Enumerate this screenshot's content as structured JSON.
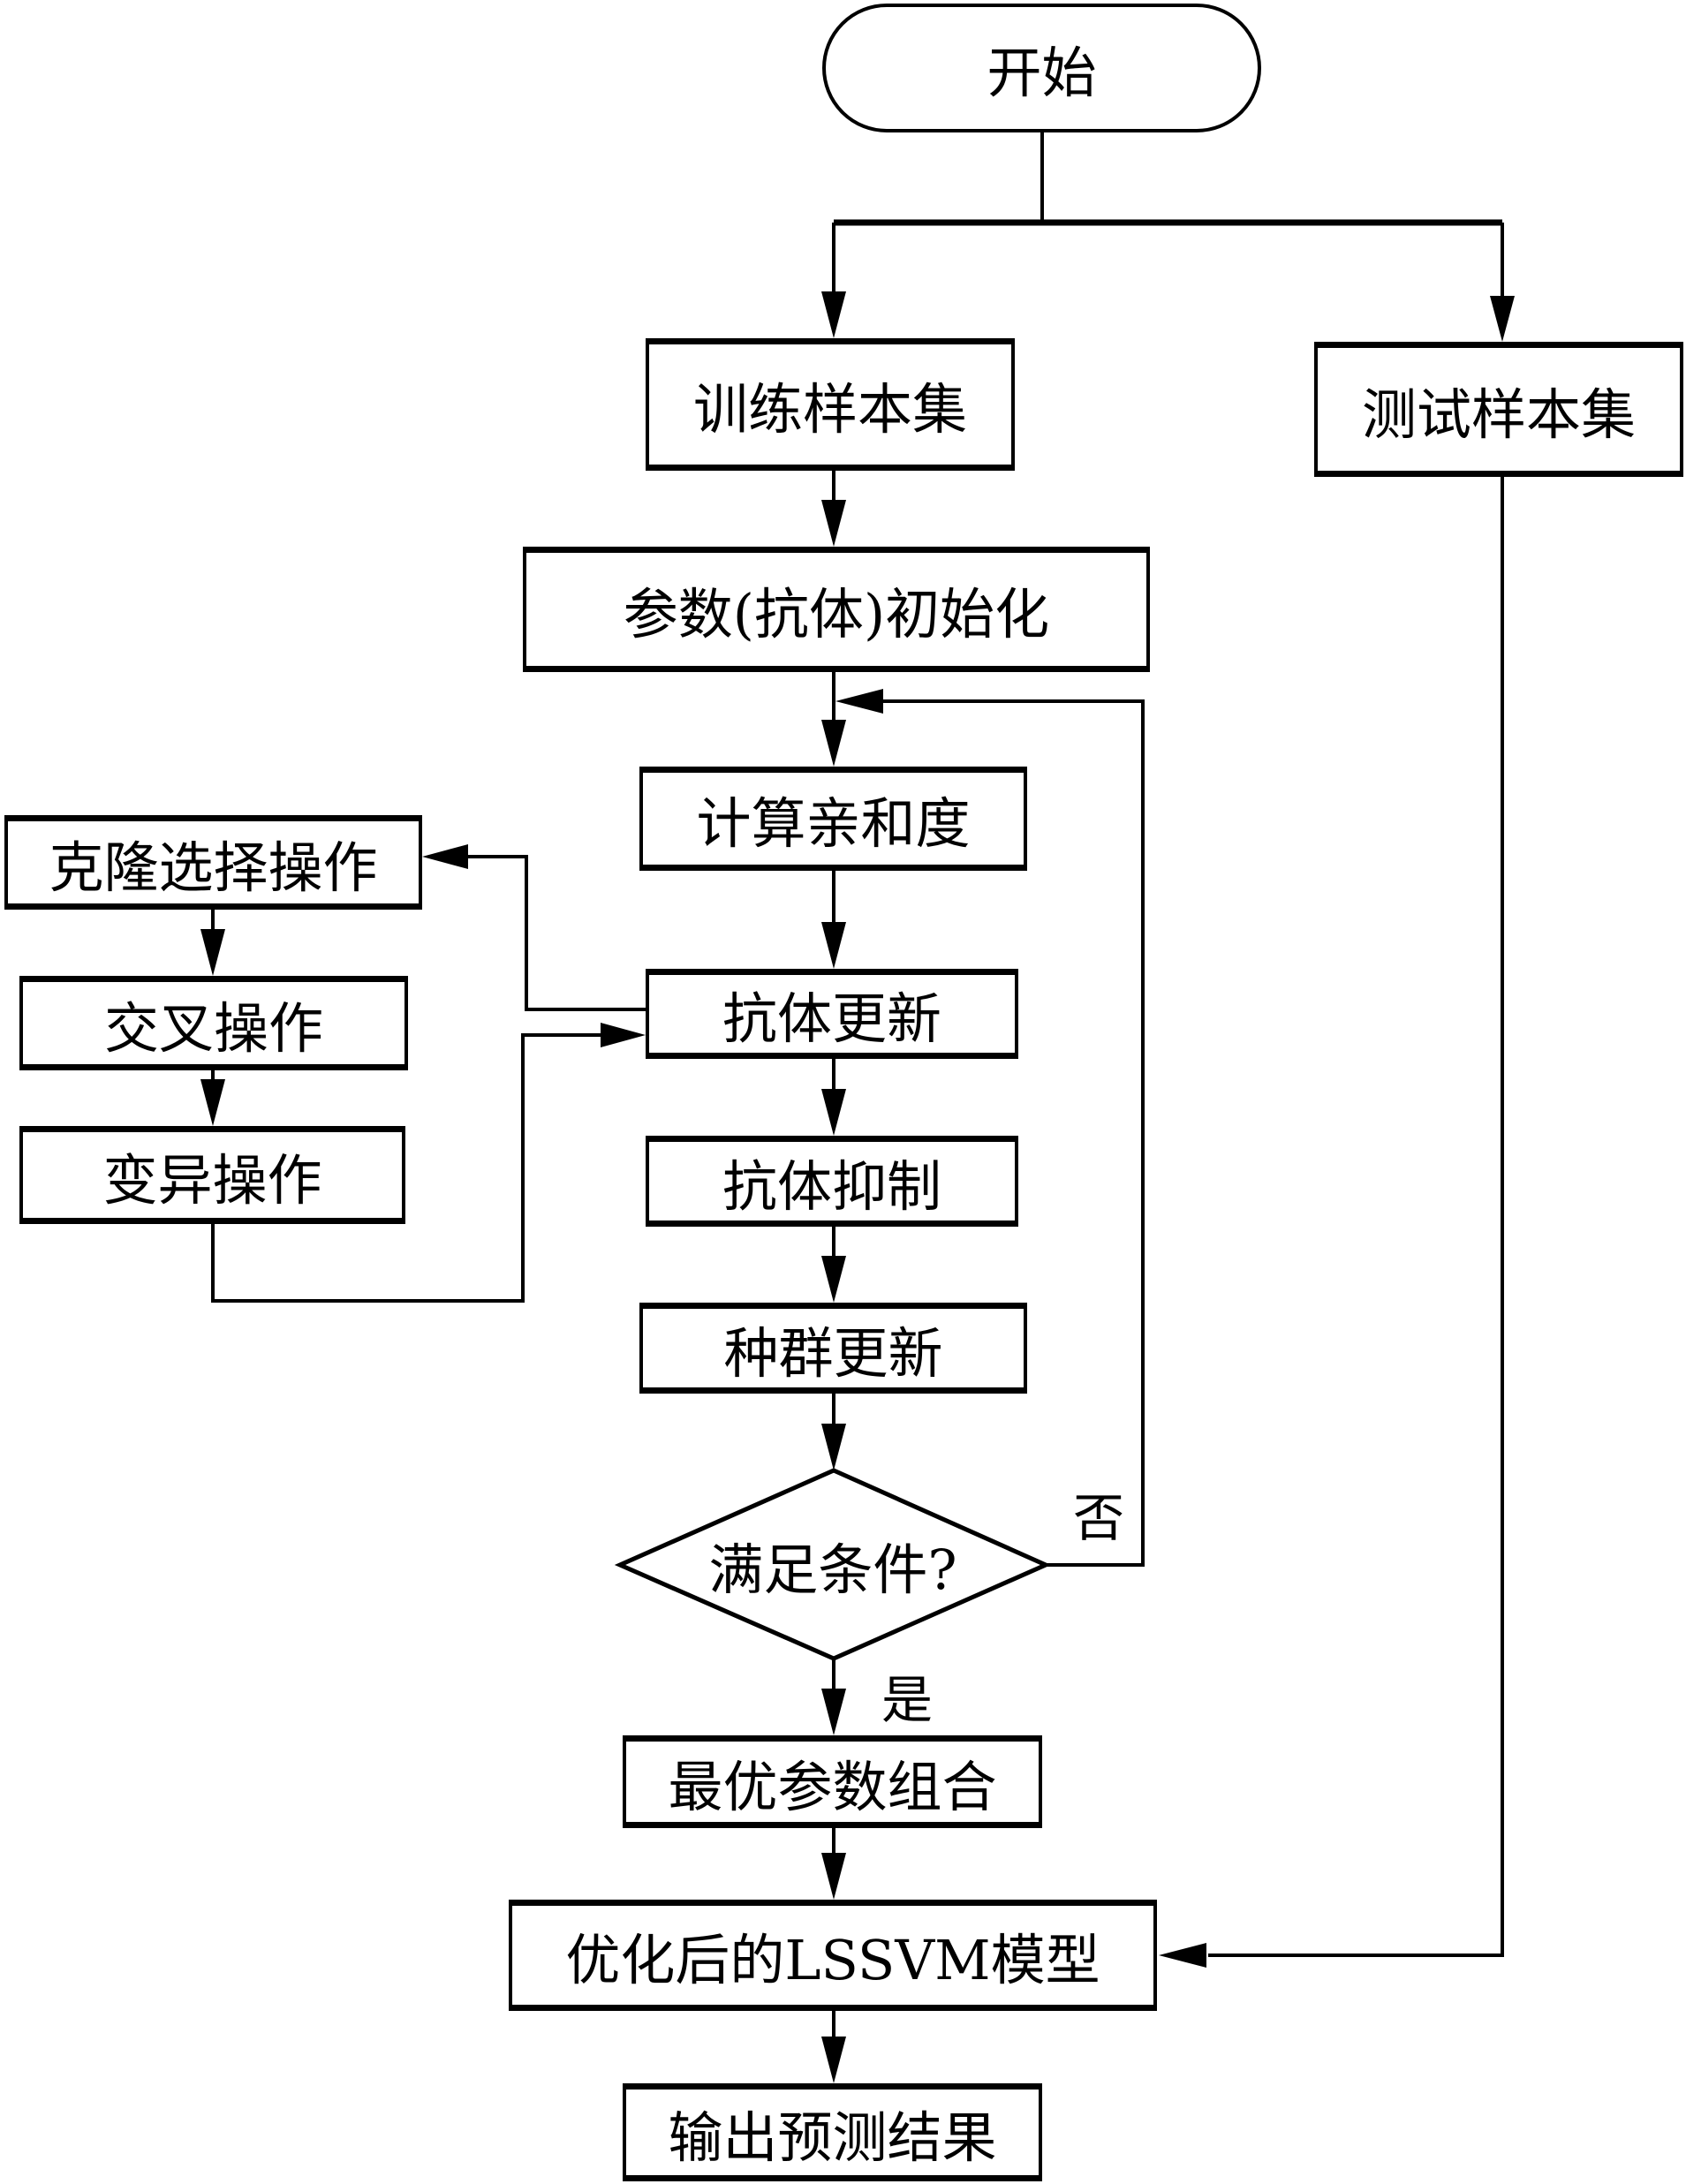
{
  "nodes": {
    "start": "开始",
    "train_set": "训练样本集",
    "test_set": "测试样本集",
    "init": "参数(抗体)初始化",
    "affinity": "计算亲和度",
    "clone_select": "克隆选择操作",
    "crossover": "交叉操作",
    "mutation": "变异操作",
    "antibody_update": "抗体更新",
    "antibody_suppress": "抗体抑制",
    "population_update": "种群更新",
    "decision": "满足条件?",
    "optimal_params": "最优参数组合",
    "optimized_model": "优化后的LSSVM模型",
    "output": "输出预测结果"
  },
  "edge_labels": {
    "no": "否",
    "yes": "是"
  },
  "colors": {
    "stroke": "#000000",
    "background": "#ffffff"
  }
}
